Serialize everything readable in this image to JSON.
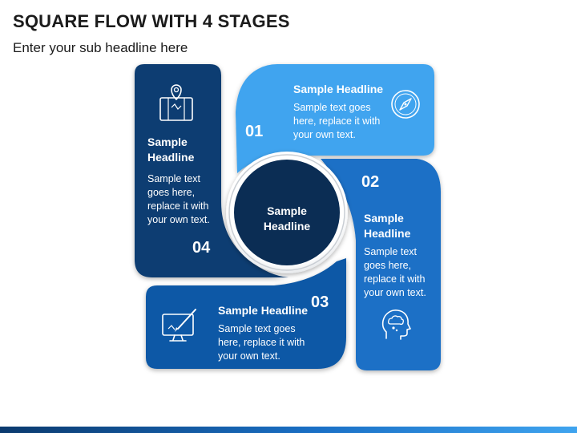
{
  "header": {
    "title": "SQUARE FLOW WITH 4 STAGES",
    "subtitle": "Enter your sub headline here"
  },
  "center": {
    "headline": "Sample\nHeadline"
  },
  "stages": [
    {
      "number": "01",
      "headline": "Sample Headline",
      "body": "Sample text goes\nhere, replace it with\nyour own text.",
      "icon": "compass-icon",
      "color": "#3fa4ef"
    },
    {
      "number": "02",
      "headline": "Sample\nHeadline",
      "body": "Sample text\ngoes here,\nreplace it with\nyour own text.",
      "icon": "head-idea-icon",
      "color": "#1a70c6"
    },
    {
      "number": "03",
      "headline": "Sample Headline",
      "body": "Sample text goes\nhere, replace it with\nyour own text.",
      "icon": "design-monitor-icon",
      "color": "#0d59a6"
    },
    {
      "number": "04",
      "headline": "Sample\nHeadline",
      "body": "Sample text\ngoes here,\nreplace it with\nyour own text.",
      "icon": "map-location-icon",
      "color": "#0f3e72"
    }
  ],
  "colors": {
    "center": "#0b2d54",
    "bottom_bar_dark": "#0b3a6e",
    "bottom_bar_light": "#3fa4ef"
  }
}
